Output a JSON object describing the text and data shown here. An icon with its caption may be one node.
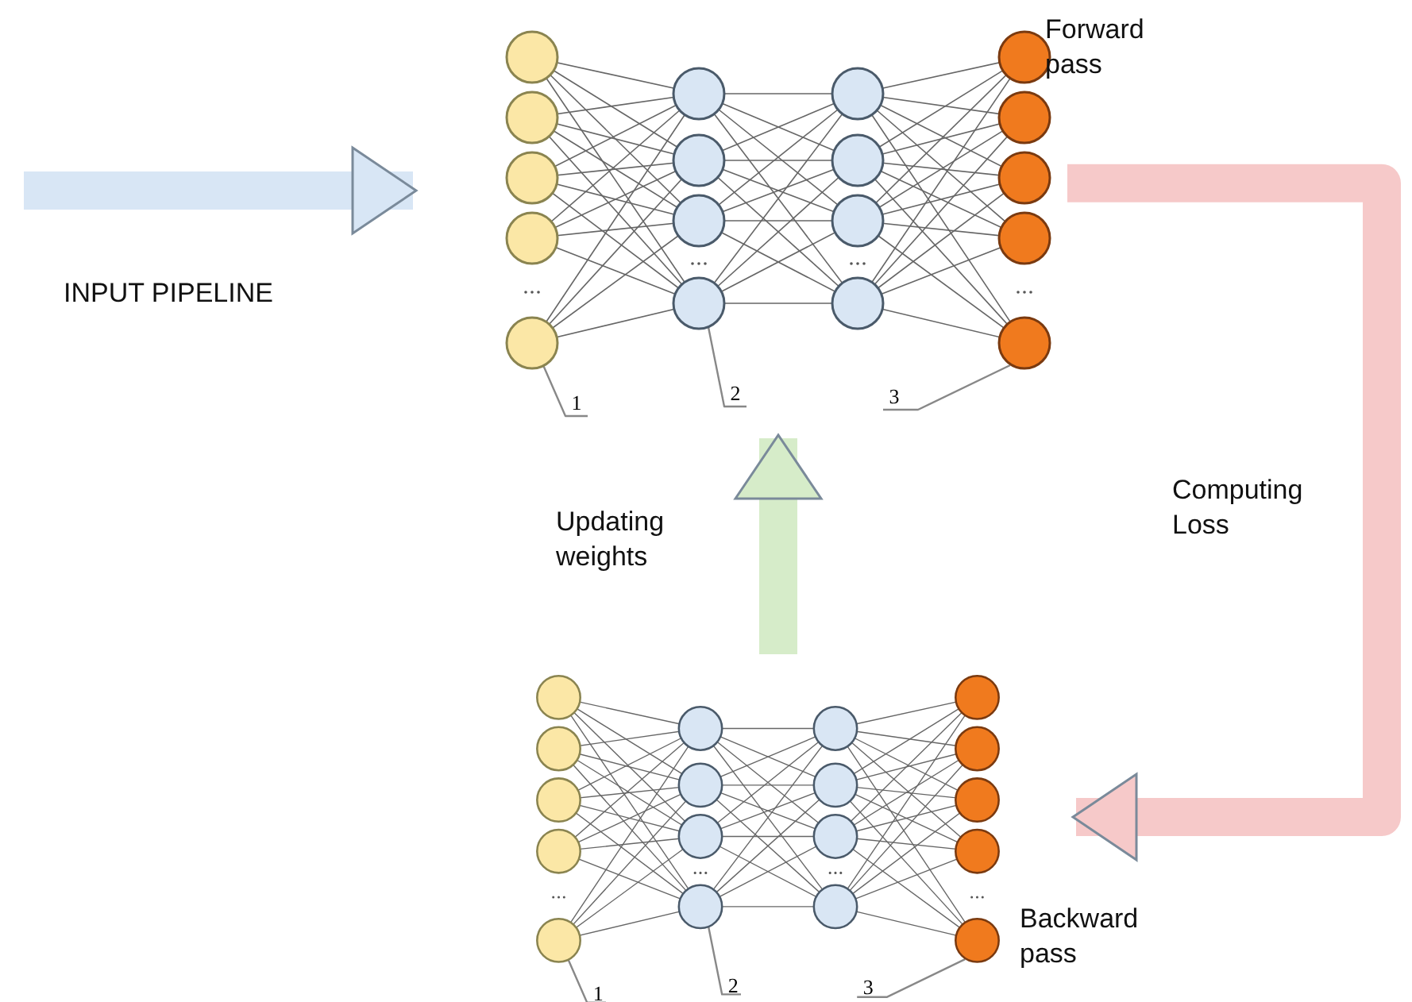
{
  "diagram": {
    "nodes": [
      {
        "text": [],
        "shape": "picture",
        "beside": [
          "Forward pass"
        ]
      },
      {
        "text": [],
        "shape": "picture",
        "beside": [
          "Backward pass"
        ]
      },
      {
        "text": [
          "1"
        ]
      },
      {
        "text": [
          "2"
        ]
      },
      {
        "text": [
          "3"
        ]
      },
      {
        "text": [
          "1"
        ]
      },
      {
        "text": [
          "2"
        ]
      },
      {
        "text": [
          "3"
        ]
      }
    ],
    "edges": [
      {
        "from": null,
        "to": 0,
        "arrow": "to",
        "label": "INPUT PIPELINE",
        "style": "thick",
        "color": "#d8e6f5"
      },
      {
        "from": 0,
        "to": 1,
        "arrow": "to",
        "label": "Computing Loss",
        "style": "thick",
        "color": "#f6c9c9"
      },
      {
        "from": 1,
        "to": 0,
        "arrow": "to",
        "label": "Updating weights",
        "style": "thick",
        "color": "#d6ecc9"
      },
      {
        "from": 2,
        "to": 0,
        "arrow": "none"
      },
      {
        "from": 3,
        "to": 0,
        "arrow": "none"
      },
      {
        "from": 4,
        "to": 0,
        "arrow": "none"
      },
      {
        "from": 5,
        "to": 1,
        "arrow": "none"
      },
      {
        "from": 6,
        "to": 1,
        "arrow": "none"
      },
      {
        "from": 7,
        "to": 1,
        "arrow": "none"
      }
    ]
  }
}
